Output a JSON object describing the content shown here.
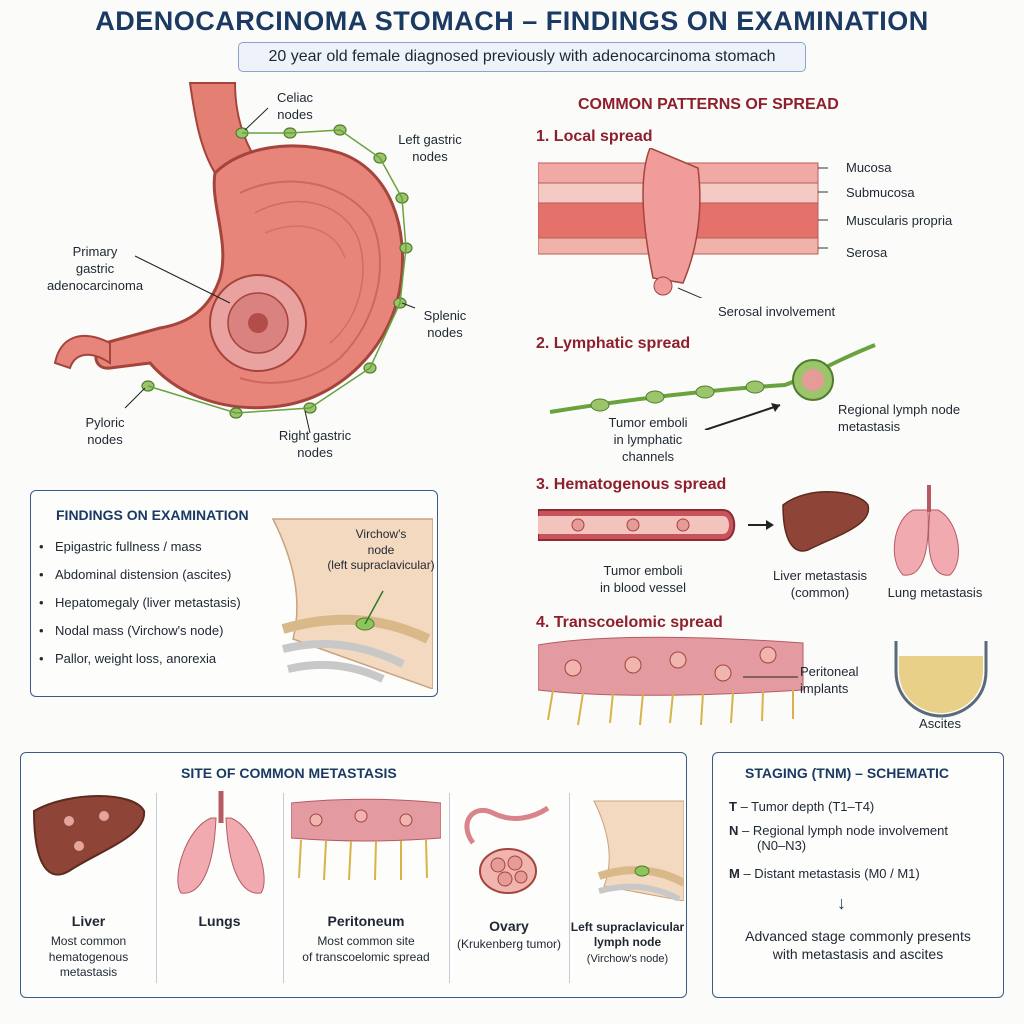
{
  "title": "ADENOCARCINOMA STOMACH – FINDINGS ON EXAMINATION",
  "subtitle": "20 year old female diagnosed previously with adenocarcinoma stomach",
  "stomach": {
    "celiac": [
      "Celiac",
      "nodes"
    ],
    "left_gastric": [
      "Left gastric",
      "nodes"
    ],
    "primary": [
      "Primary",
      "gastric",
      "adenocarcinoma"
    ],
    "splenic": [
      "Splenic",
      "nodes"
    ],
    "pyloric": [
      "Pyloric",
      "nodes"
    ],
    "right_gastric": [
      "Right gastric",
      "nodes"
    ]
  },
  "findings": {
    "heading": "FINDINGS ON EXAMINATION",
    "items": [
      "Epigastric fullness / mass",
      "Abdominal distension (ascites)",
      "Hepatomegaly (liver metastasis)",
      "Nodal mass (Virchow's node)",
      "Pallor, weight loss, anorexia"
    ],
    "virchow": [
      "Virchow's",
      "node",
      "(left supraclavicular)"
    ]
  },
  "spread": {
    "heading": "COMMON PATTERNS OF SPREAD",
    "local": {
      "heading": "1. Local spread",
      "layers": [
        "Mucosa",
        "Submucosa",
        "Muscularis propria",
        "Serosa"
      ],
      "serosal": "Serosal involvement"
    },
    "lymphatic": {
      "heading": "2. Lymphatic spread",
      "emboli": [
        "Tumor emboli",
        "in lymphatic",
        "channels"
      ],
      "regional": [
        "Regional lymph node",
        "metastasis"
      ]
    },
    "hematogenous": {
      "heading": "3. Hematogenous spread",
      "emboli": [
        "Tumor emboli",
        "in blood vessel"
      ],
      "liver": [
        "Liver metastasis",
        "(common)"
      ],
      "lung": "Lung metastasis"
    },
    "transcoelomic": {
      "heading": "4. Transcoelomic spread",
      "implants": [
        "Peritoneal",
        "implants"
      ],
      "ascites": "Ascites"
    }
  },
  "metastasis": {
    "heading": "SITE OF COMMON METASTASIS",
    "sites": [
      {
        "name": "Liver",
        "desc": [
          "Most common",
          "hematogenous",
          "metastasis"
        ]
      },
      {
        "name": "Lungs",
        "desc": []
      },
      {
        "name": "Peritoneum",
        "desc": [
          "Most common site",
          "of transcoelomic spread"
        ]
      },
      {
        "name": "Ovary",
        "desc": [
          "(Krukenberg tumor)"
        ]
      },
      {
        "name": "Left supraclavicular lymph node",
        "desc": [
          "(Virchow's node)"
        ]
      }
    ]
  },
  "staging": {
    "heading": "STAGING (TNM) – SCHEMATIC",
    "t_letter": "T",
    "t_text": "– Tumor depth (T1–T4)",
    "n_letter": "N",
    "n_text": "– Regional lymph node involvement",
    "n_text2": "(N0–N3)",
    "m_letter": "M",
    "m_text": "– Distant metastasis (M0 / M1)",
    "note": [
      "Advanced stage commonly presents",
      "with metastasis and ascites"
    ]
  }
}
